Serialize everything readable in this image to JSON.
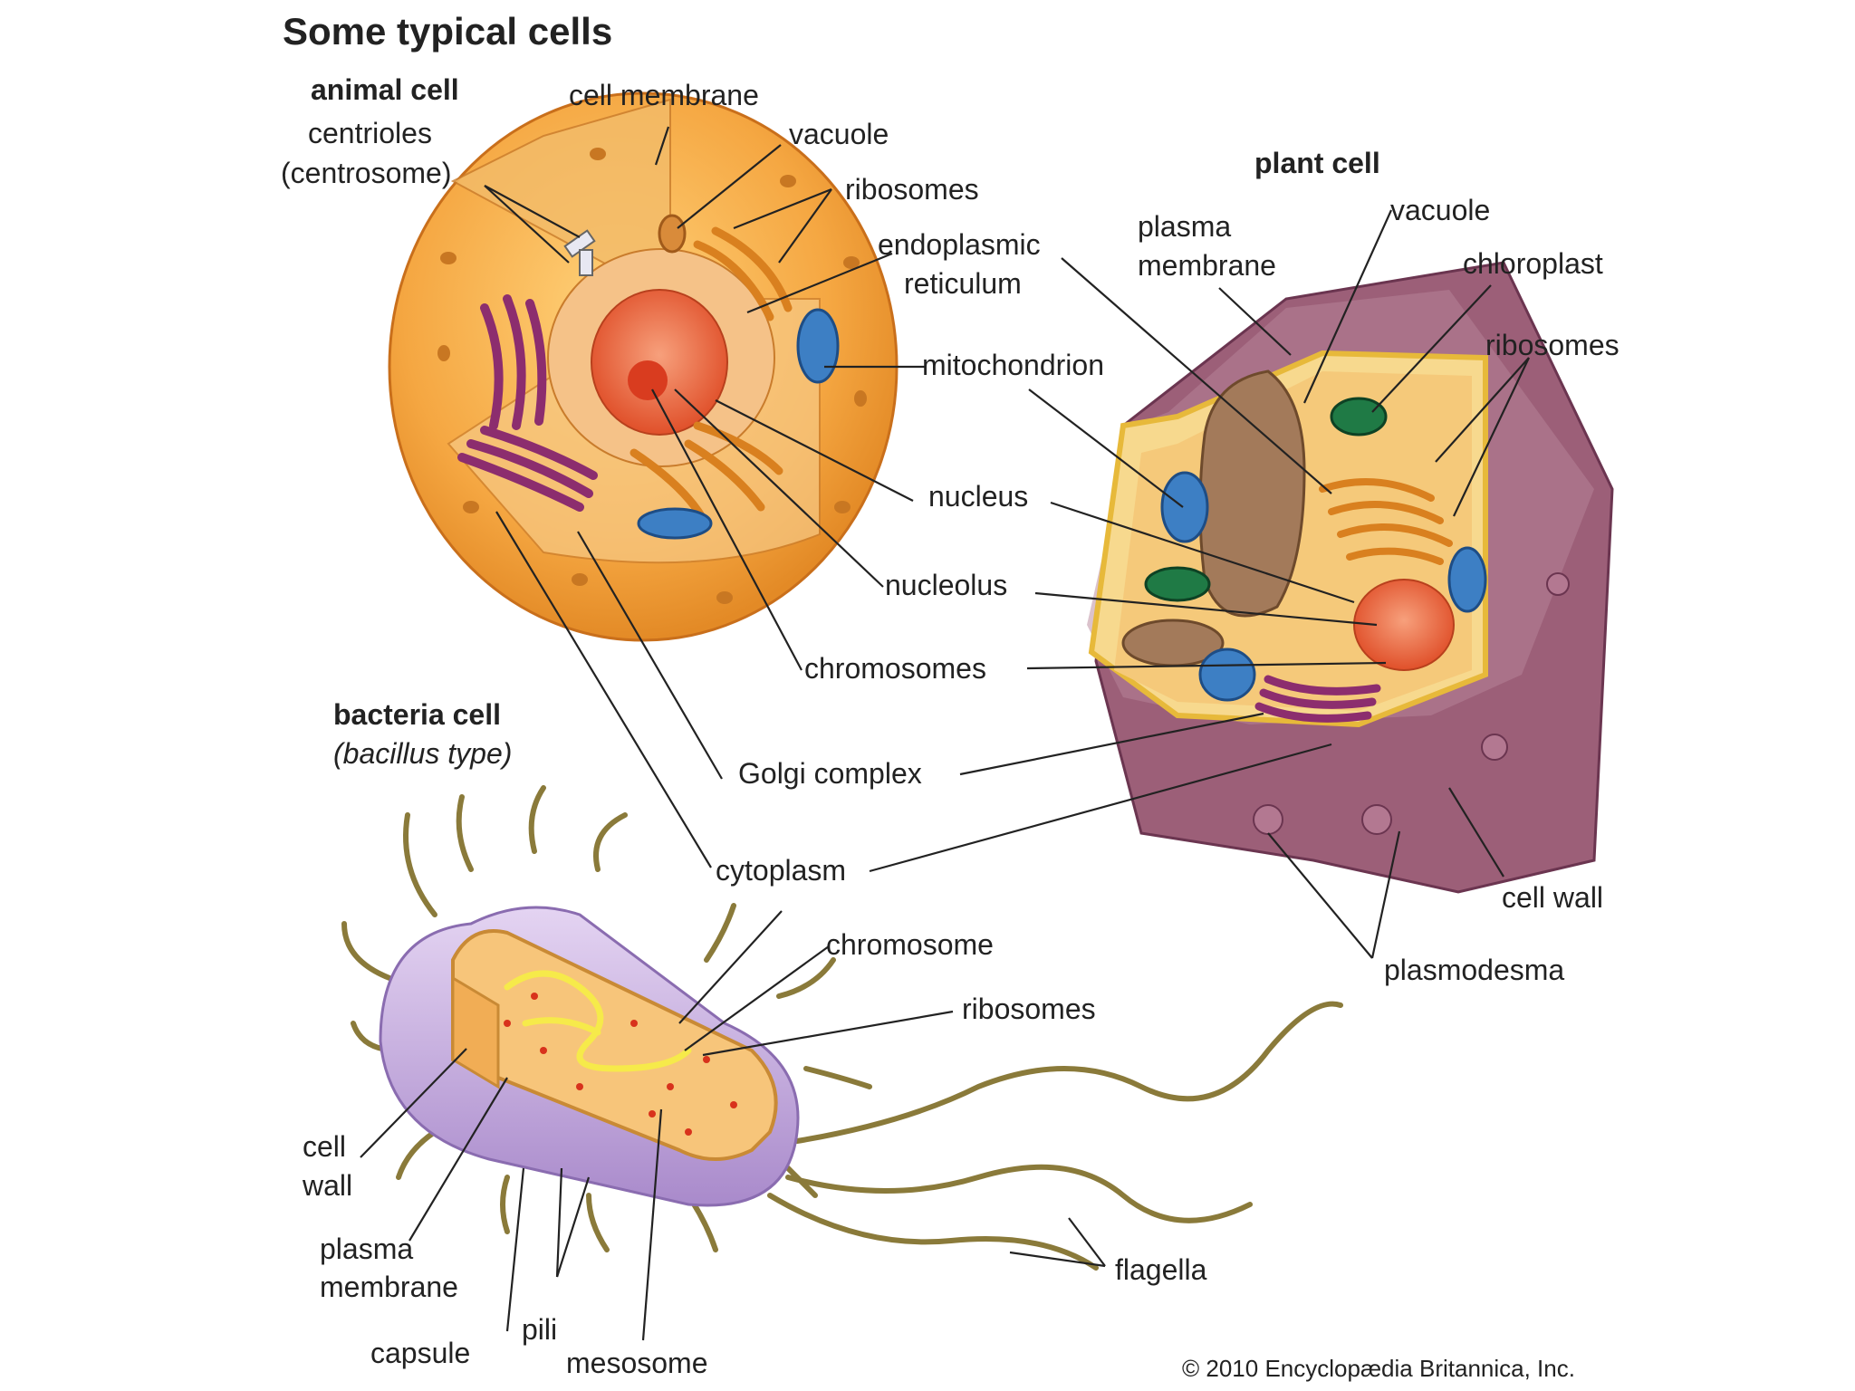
{
  "title": "Some typical cells",
  "animal": {
    "heading": "animal cell",
    "cell_membrane": "cell membrane",
    "centrioles_1": "centrioles",
    "centrioles_2": "(centrosome)",
    "vacuole": "vacuole",
    "ribosomes": "ribosomes",
    "er_1": "endoplasmic",
    "er_2": "reticulum",
    "mitochondrion": "mitochondrion",
    "nucleus": "nucleus",
    "nucleolus": "nucleolus",
    "chromosomes": "chromosomes",
    "golgi": "Golgi complex",
    "cytoplasm": "cytoplasm"
  },
  "plant": {
    "heading": "plant cell",
    "plasma_membrane_1": "plasma",
    "plasma_membrane_2": "membrane",
    "vacuole": "vacuole",
    "chloroplast": "chloroplast",
    "ribosomes": "ribosomes",
    "cell_wall": "cell wall",
    "plasmodesma": "plasmodesma"
  },
  "bacteria": {
    "heading": "bacteria cell",
    "subheading": "(bacillus type)",
    "chromosome": "chromosome",
    "ribosomes": "ribosomes",
    "cell_wall_1": "cell",
    "cell_wall_2": "wall",
    "plasma_membrane_1": "plasma",
    "plasma_membrane_2": "membrane",
    "capsule": "capsule",
    "pili": "pili",
    "mesosome": "mesosome",
    "flagella": "flagella"
  },
  "copyright": "© 2010 Encyclopædia Britannica, Inc."
}
